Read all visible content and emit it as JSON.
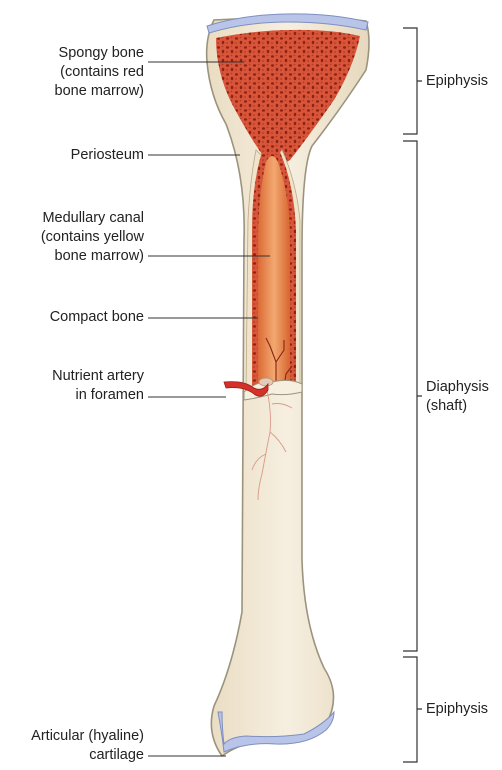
{
  "labels": {
    "spongy_bone": [
      "Spongy bone",
      "(contains red",
      "bone marrow)"
    ],
    "periosteum": [
      "Periosteum"
    ],
    "medullary_canal": [
      "Medullary canal",
      "(contains yellow",
      "bone marrow)"
    ],
    "compact_bone": [
      "Compact bone"
    ],
    "nutrient_artery": [
      "Nutrient artery",
      "in foramen"
    ],
    "articular_cartilage": [
      "Articular (hyaline)",
      "cartilage"
    ]
  },
  "regions": {
    "epiphysis_top": [
      "Epiphysis"
    ],
    "diaphysis": [
      "Diaphysis",
      "(shaft)"
    ],
    "epiphysis_bottom": [
      "Epiphysis"
    ]
  },
  "colors": {
    "bone": "#f1e7d3",
    "bone_edge": "#9c937f",
    "cartilage": "#b8c4e8",
    "marrow_red": "#d24e2f",
    "marrow_spot": "#8c2314",
    "canal": "#e7894f",
    "artery": "#d6302a",
    "leader": "#333333"
  }
}
